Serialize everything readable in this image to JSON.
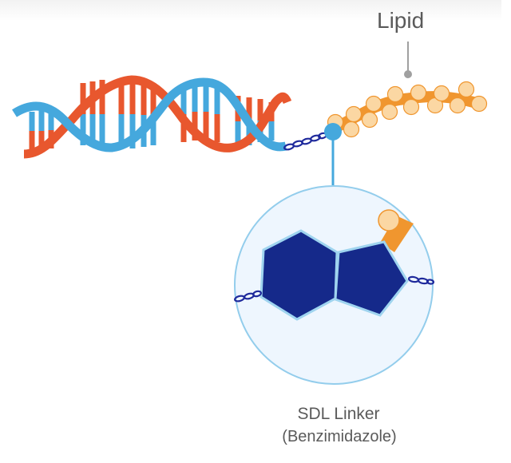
{
  "labels": {
    "lipid": "Lipid",
    "linker_title": "SDL Linker",
    "linker_subtitle": "(Benzimidazole)"
  },
  "colors": {
    "dna_blue": "#45a8dd",
    "dna_red": "#e8572e",
    "lipid_chain": "#f0962f",
    "lipid_bead": "#fbd7a3",
    "linker_node": "#45a8dd",
    "ring_fill": "#15298a",
    "ring_stroke": "#9fd4ef",
    "circle_fill": "#eef6fe",
    "circle_stroke": "#93cdec",
    "chain_link": "#1f2a9c",
    "pointer": "#a0a0a0",
    "text": "#5a5a5a"
  },
  "icons": {
    "dna": "dna-double-helix-icon",
    "lipid": "lipid-bead-chain-icon",
    "molecule": "benzimidazole-ring-icon",
    "chain": "chain-link-icon"
  }
}
